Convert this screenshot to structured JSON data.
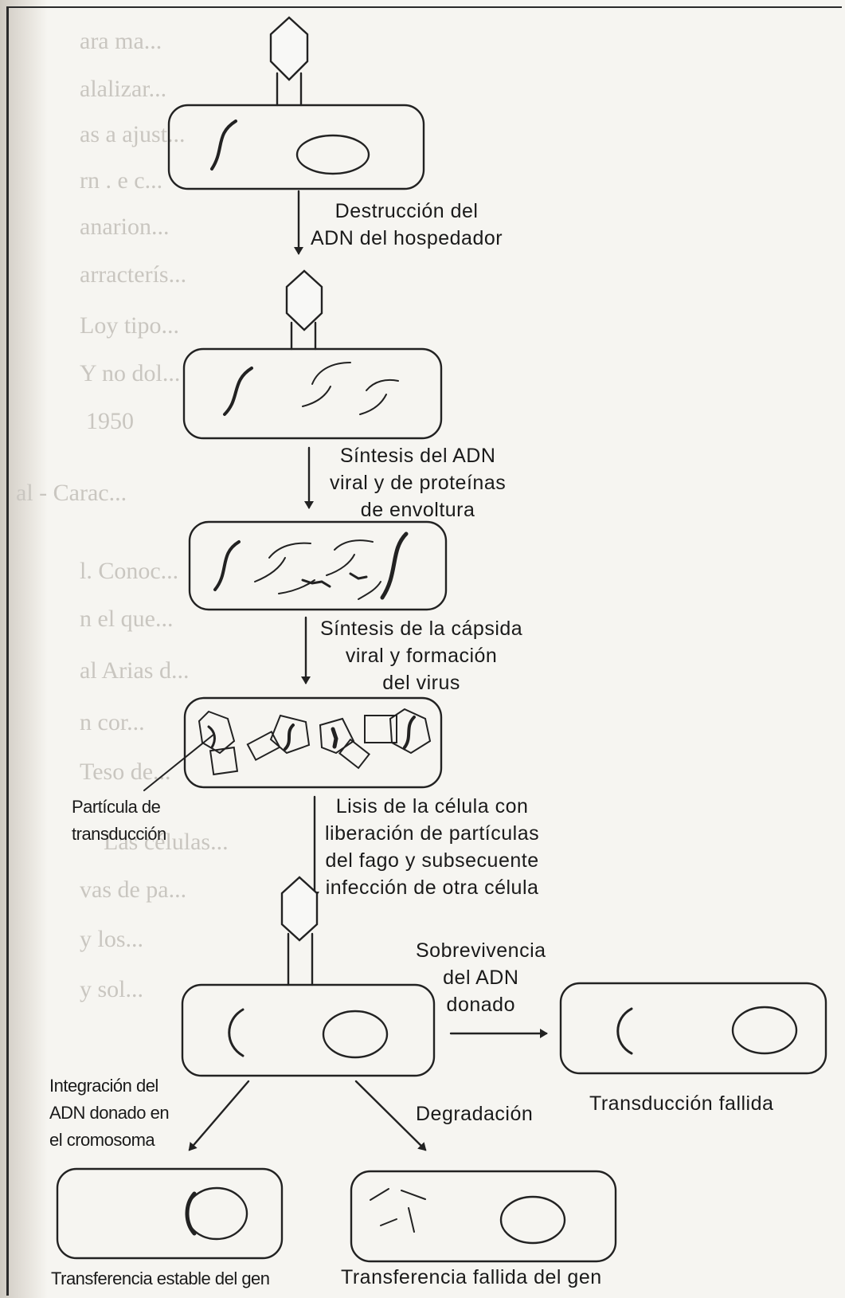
{
  "steps": {
    "step1": [
      "Destrucción del",
      "ADN del hospedador"
    ],
    "step2": [
      "Síntesis del ADN",
      "viral y de proteínas",
      "de envoltura"
    ],
    "step3": [
      "Síntesis de la cápsida",
      "viral y formación",
      "del virus"
    ],
    "step4": [
      "Lisis de la célula con",
      "liberación de partículas",
      "del fago y subsecuente",
      "infección de otra célula"
    ]
  },
  "particle_label": [
    "Partícula de",
    "transducción"
  ],
  "survival_label": [
    "Sobrevivencia",
    "del ADN",
    "donado"
  ],
  "integration_label": [
    "Integración del",
    "ADN donado en",
    "el cromosoma"
  ],
  "degradation_label": "Degradación",
  "outcomes": {
    "failed_transduction": "Transducción  fallida",
    "stable_transfer": "Transferencia estable del gen",
    "failed_transfer": "Transferencia fallida del gen"
  },
  "bleed_through": [
    "ara ma...",
    "alalizar...",
    "as a ajust...",
    "rn . e c...",
    "anarion...",
    "arracterís...",
    "Loy tipo...",
    "Y no dol...",
    "1950",
    "al - Carac...",
    "l. Conoc...",
    "n el que...",
    "al Arias d...",
    "n cor...",
    "Teso de...",
    "Las células...",
    "vas de pa...",
    "y los...",
    "y sol..."
  ]
}
